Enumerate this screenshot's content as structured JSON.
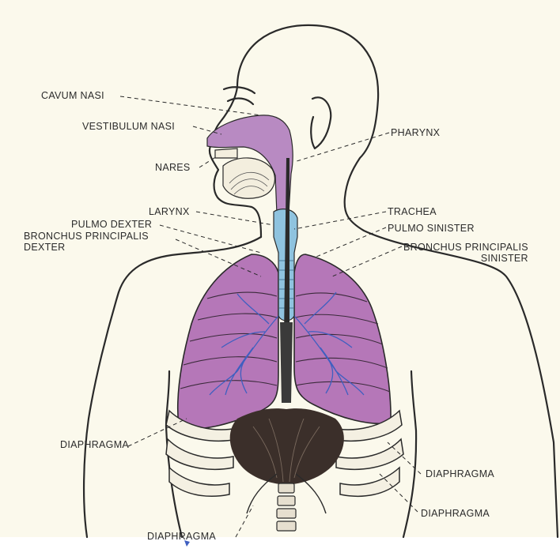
{
  "labels": {
    "cavum_nasi": "CAVUM NASI",
    "vestibulum_nasi": "VESTIBULUM NASI",
    "nares": "NARES",
    "pharynx": "PHARYNX",
    "larynx": "LARYNX",
    "trachea": "TRACHEA",
    "pulmo_dexter": "PULMO DEXTER",
    "pulmo_sinister": "PULMO SINISTER",
    "bronchus_principalis_dexter_line1": "BRONCHUS PRINCIPALIS",
    "bronchus_principalis_dexter_line2": "DEXTER",
    "bronchus_principalis_sinister_line1": "BRONCHUS PRINCIPALIS",
    "bronchus_principalis_sinister_line2": "SINISTER",
    "diaphragma_left": "DIAPHRAGMA",
    "diaphragma_right_upper": "DIAPHRAGMA",
    "diaphragma_right_lower": "DIAPHRAGMA",
    "diaphragma_bottom": "DIAPHRAGMA"
  },
  "colors": {
    "paper": "#fbf9ec",
    "lung_fill": "#b577b8",
    "airway_fill": "#b88ac2",
    "trachea_fill": "#8fc3df",
    "bronchi_stroke": "#3f5fc0",
    "outline": "#2a2a2a"
  }
}
